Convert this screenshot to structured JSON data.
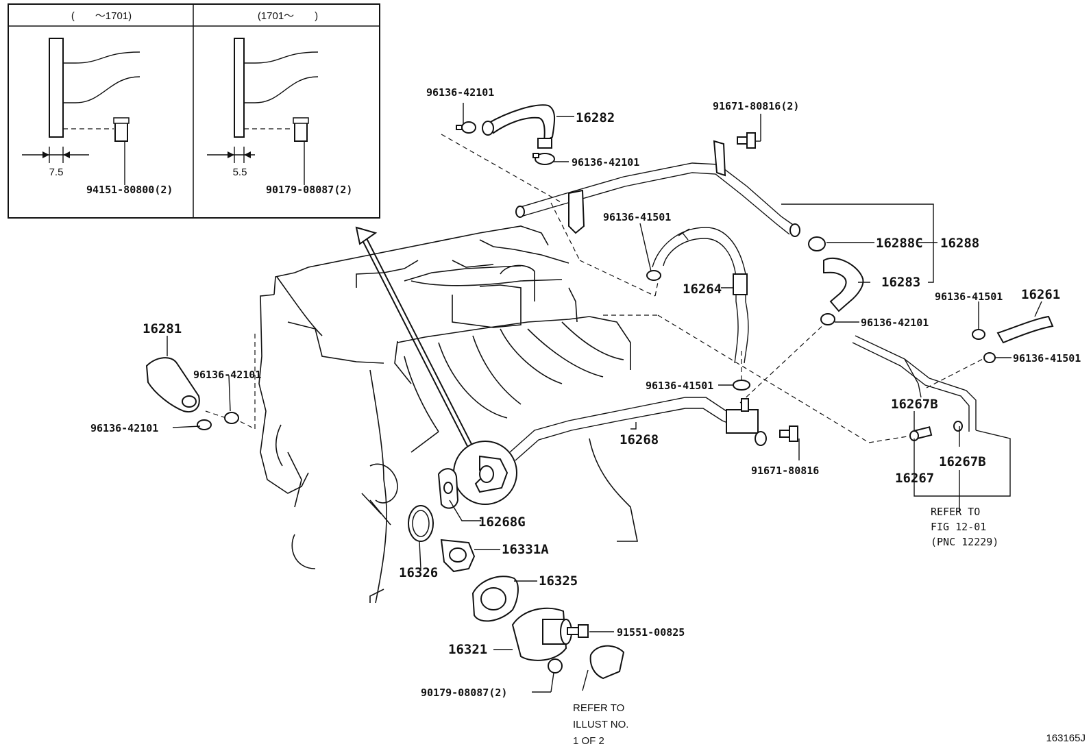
{
  "inset": {
    "left_range": "(　　～1701)",
    "right_range": "(1701～　　)",
    "left_dim": "7.5",
    "right_dim": "5.5",
    "left_part": "94151-80800(2)",
    "right_part": "90179-08087(2)"
  },
  "labels": {
    "p96136_42101_a": "96136-42101",
    "p16282": "16282",
    "p96136_42101_b": "96136-42101",
    "p91671_80816_2": "91671-80816(2)",
    "p96136_41501_a": "96136-41501",
    "p16288c": "16288C",
    "p16288": "16288",
    "p16283": "16283",
    "p16264": "16264",
    "p96136_42101_c": "96136-42101",
    "p96136_41501_b": "96136-41501",
    "p16261": "16261",
    "p96136_41501_c": "96136-41501",
    "p16281": "16281",
    "p96136_42101_d": "96136-42101",
    "p96136_42101_e": "96136-42101",
    "p96136_41501_d": "96136-41501",
    "p16267b_a": "16267B",
    "p16268": "16268",
    "p91671_80816": "91671-80816",
    "p16267b_b": "16267B",
    "p16267": "16267",
    "p16268g": "16268G",
    "p16331a": "16331A",
    "p16326": "16326",
    "p16325": "16325",
    "p91551_00825": "91551-00825",
    "p16321": "16321",
    "p90179_08087_2": "90179-08087(2)"
  },
  "refer_fig": {
    "line1": "REFER TO",
    "line2": "FIG 12-01",
    "line3": "(PNC 12229)"
  },
  "refer_illust": {
    "line1": "REFER TO",
    "line2": "ILLUST NO.",
    "line3": "1 OF 2"
  },
  "diagram_id": "163165J"
}
